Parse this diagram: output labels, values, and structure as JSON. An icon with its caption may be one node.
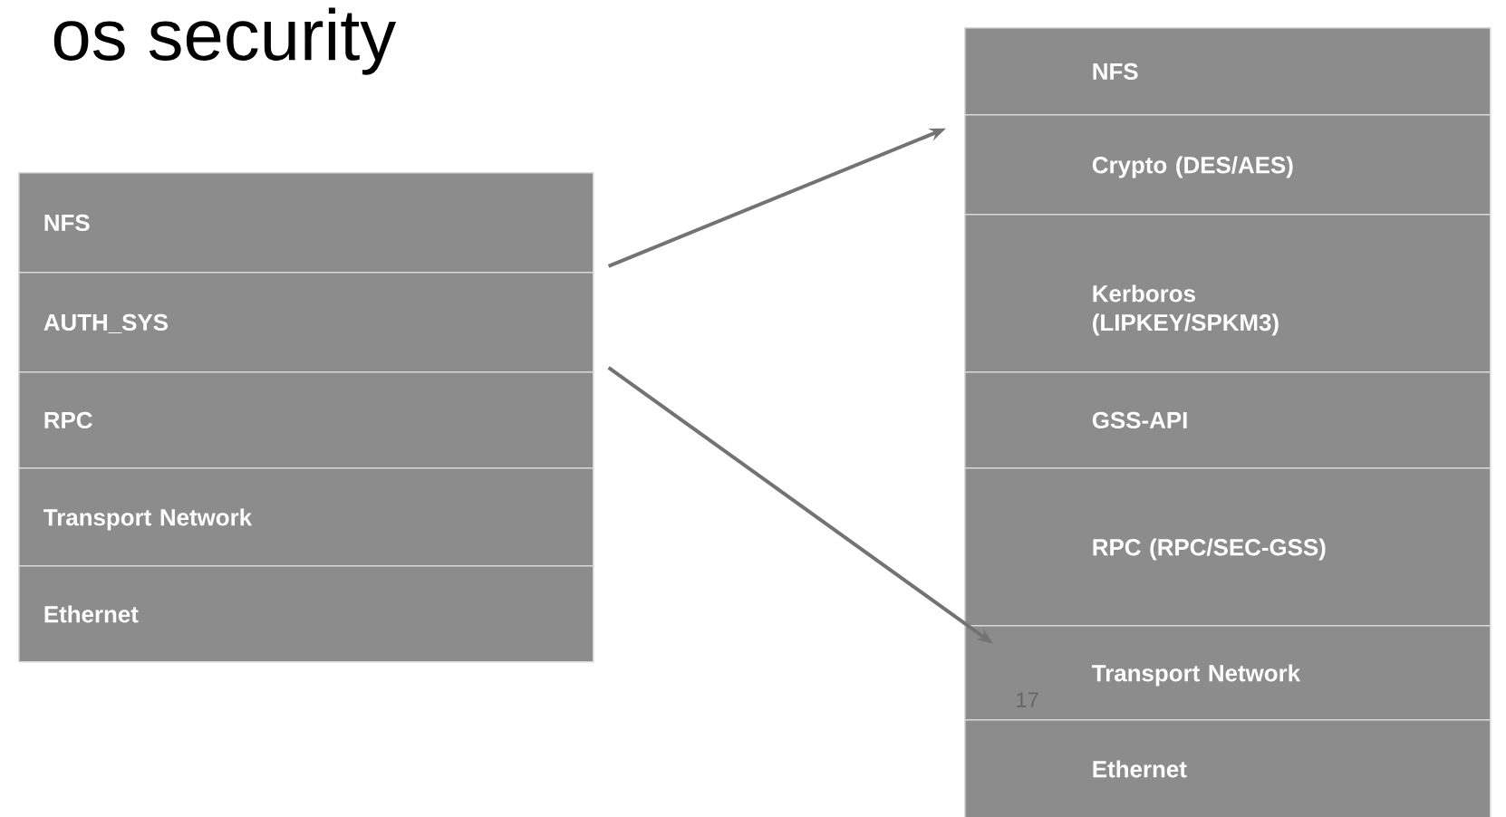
{
  "diagram": {
    "title": "os security",
    "nodes": [
      {
        "text": [
          "NFS"
        ]
      },
      {
        "text": [
          "AUTH_SYS"
        ]
      },
      {
        "text": [
          "RPC"
        ]
      },
      {
        "text": [
          "Transport Network"
        ]
      },
      {
        "text": [
          "Ethernet"
        ]
      },
      {
        "text": [
          "NFS"
        ]
      },
      {
        "text": [
          "Crypto (DES/AES)"
        ]
      },
      {
        "text": [
          "Kerboros (LIPKEY/SPKM3)"
        ]
      },
      {
        "text": [
          "GSS-API"
        ]
      },
      {
        "text": [
          "RPC (RPC/SEC-GSS)"
        ]
      },
      {
        "text": [
          "Transport Network"
        ]
      },
      {
        "text": [
          "Ethernet"
        ]
      }
    ],
    "edges": [
      {
        "from": 0,
        "to": 6,
        "arrow": "to"
      },
      {
        "from": 1,
        "to": 10,
        "arrow": "to"
      }
    ],
    "labels": [
      "17"
    ]
  }
}
